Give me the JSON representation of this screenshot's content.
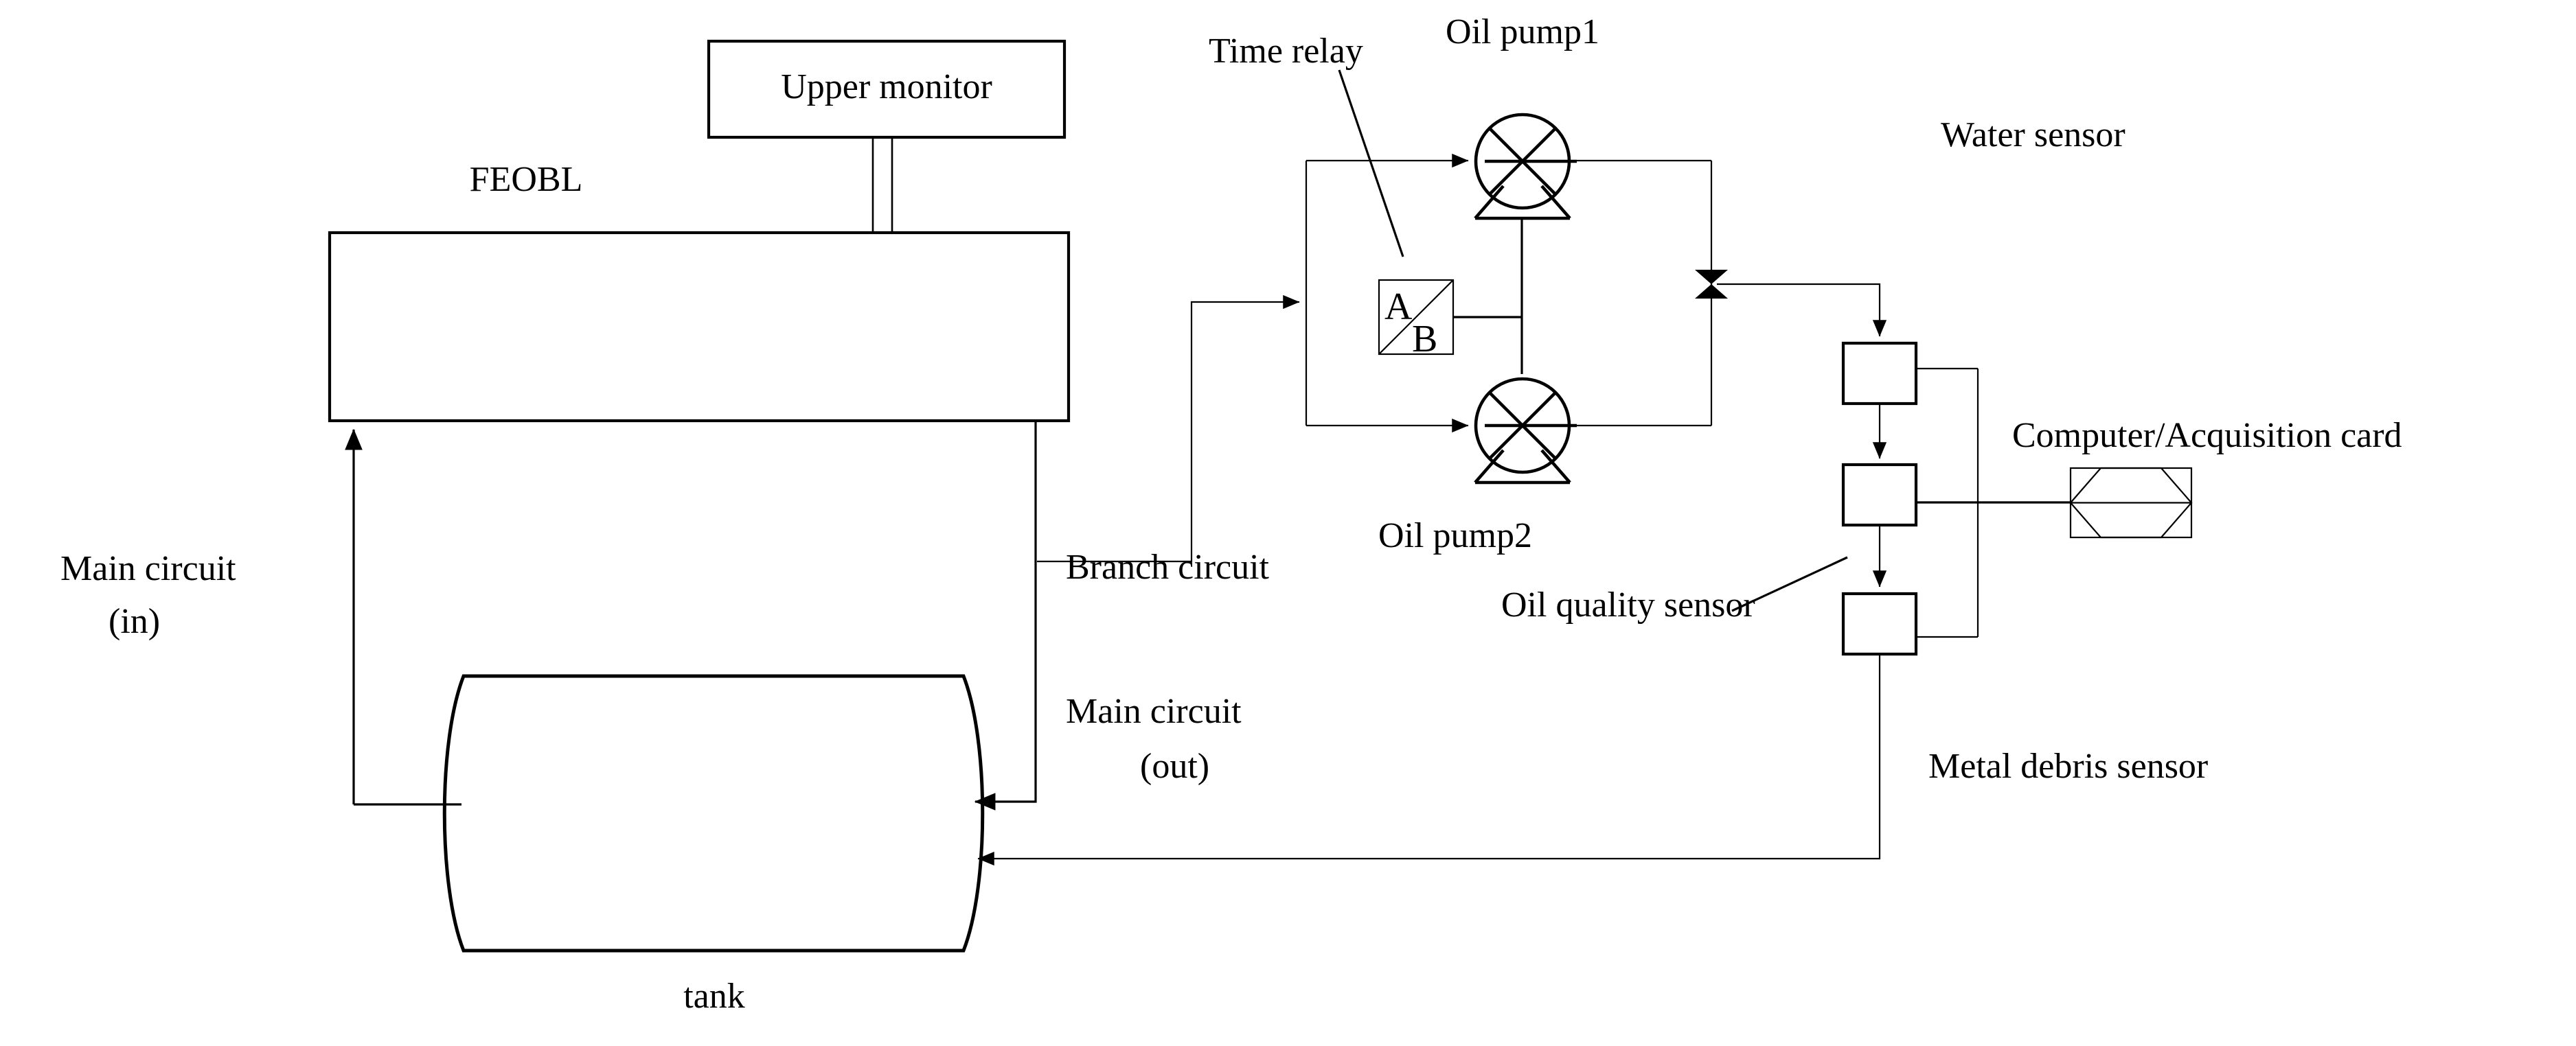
{
  "diagram": {
    "title": "Oil monitoring system schematic",
    "labels": {
      "upper_monitor": "Upper monitor",
      "feobl": "FEOBL",
      "time_relay": "Time relay",
      "oil_pump1": "Oil pump1",
      "oil_pump2": "Oil pump2",
      "relay_a": "A",
      "relay_b": "B",
      "water_sensor": "Water sensor",
      "oil_quality_sensor": "Oil quality sensor",
      "metal_debris_sensor": "Metal debris sensor",
      "computer": "Computer/Acquisition card",
      "branch_circuit": "Branch circuit",
      "main_circuit_in_line1": "Main circuit",
      "main_circuit_in_line2": "(in)",
      "main_circuit_out_line1": "Main circuit",
      "main_circuit_out_line2": "(out)",
      "tank": "tank"
    },
    "colors": {
      "stroke": "#000000",
      "background": "#ffffff"
    },
    "nodes": [
      {
        "id": "upper-monitor",
        "type": "box",
        "label": "Upper monitor"
      },
      {
        "id": "feobl",
        "type": "box",
        "label": "FEOBL"
      },
      {
        "id": "tank",
        "type": "cylinder",
        "label": "tank"
      },
      {
        "id": "time-relay",
        "type": "ab-switch",
        "label": "Time relay"
      },
      {
        "id": "oil-pump-1",
        "type": "pump",
        "label": "Oil pump1"
      },
      {
        "id": "oil-pump-2",
        "type": "pump",
        "label": "Oil pump2"
      },
      {
        "id": "water-sensor",
        "type": "box",
        "label": "Water sensor"
      },
      {
        "id": "oil-quality-sensor",
        "type": "box",
        "label": "Oil quality sensor"
      },
      {
        "id": "metal-debris-sensor",
        "type": "box",
        "label": "Metal debris sensor"
      },
      {
        "id": "computer",
        "type": "hex-box",
        "label": "Computer/Acquisition card"
      }
    ],
    "edges": [
      {
        "from": "tank",
        "to": "feobl",
        "label": "Main circuit (in)"
      },
      {
        "from": "feobl",
        "to": "tank",
        "label": "Main circuit (out)"
      },
      {
        "from": "feobl",
        "to": "time-relay",
        "label": "Branch circuit"
      },
      {
        "from": "time-relay",
        "to": "oil-pump-1",
        "label": ""
      },
      {
        "from": "time-relay",
        "to": "oil-pump-2",
        "label": ""
      },
      {
        "from": "oil-pump-1",
        "to": "water-sensor",
        "label": ""
      },
      {
        "from": "oil-pump-2",
        "to": "water-sensor",
        "label": ""
      },
      {
        "from": "water-sensor",
        "to": "oil-quality-sensor",
        "label": ""
      },
      {
        "from": "oil-quality-sensor",
        "to": "metal-debris-sensor",
        "label": ""
      },
      {
        "from": "metal-debris-sensor",
        "to": "tank",
        "label": ""
      },
      {
        "from": "water-sensor",
        "to": "computer",
        "label": ""
      },
      {
        "from": "oil-quality-sensor",
        "to": "computer",
        "label": ""
      },
      {
        "from": "metal-debris-sensor",
        "to": "computer",
        "label": ""
      },
      {
        "from": "feobl",
        "to": "upper-monitor",
        "label": ""
      }
    ]
  }
}
